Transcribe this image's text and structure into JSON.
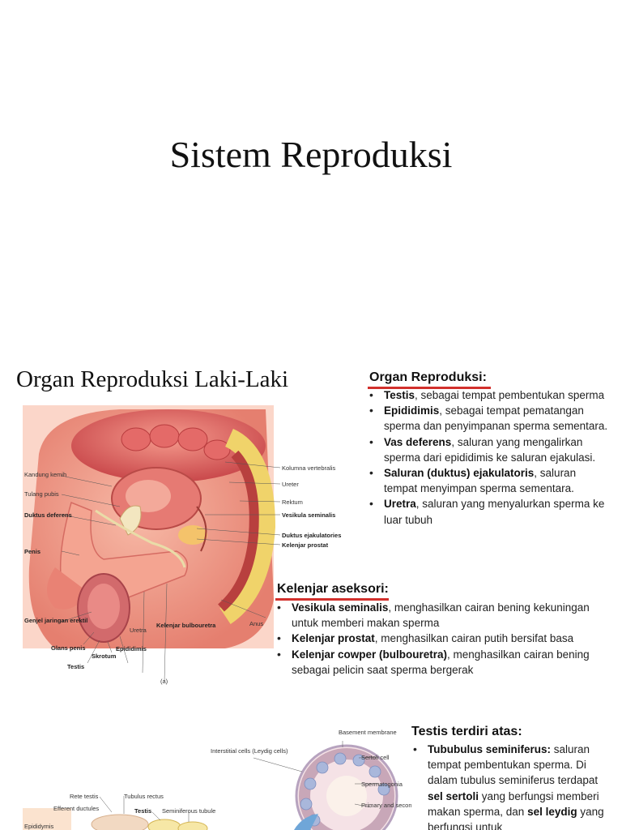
{
  "slide1": {
    "title": "Sistem Reproduksi"
  },
  "slide2": {
    "title": "Organ Reproduksi Laki-Laki",
    "organs": {
      "heading": "Organ Reproduksi:",
      "items": [
        {
          "term": "Testis",
          "desc": ", sebagai tempat pembentukan sperma"
        },
        {
          "term": "Epididimis",
          "desc": ", sebagai tempat pematangan sperma dan penyimpanan sperma sementara."
        },
        {
          "term": "Vas deferens",
          "desc": ", saluran yang mengalirkan sperma dari epididimis ke saluran ejakulasi."
        },
        {
          "term": "Saluran (duktus) ejakulatoris",
          "desc": ", saluran tempat menyimpan sperma sementara."
        },
        {
          "term": "Uretra",
          "desc": ", saluran yang menyalurkan sperma ke luar tubuh"
        }
      ]
    },
    "accessory": {
      "heading": "Kelenjar aseksori:",
      "items": [
        {
          "term": "Vesikula seminalis",
          "desc": ", menghasilkan cairan bening kekuningan untuk memberi makan sperma"
        },
        {
          "term": "Kelenjar prostat",
          "desc": ", menghasilkan cairan putih bersifat basa"
        },
        {
          "term": "Kelenjar cowper (bulbouretra)",
          "desc": ", menghasilkan cairan bening sebagai pelicin saat sperma bergerak"
        }
      ]
    },
    "figure": {
      "labels_left": [
        "Kandung kemih",
        "Tulang pubis",
        "Duktus deferens",
        "Penis",
        "Genjel jaringan erektil",
        "Glans penis",
        "Testis",
        "Skrotum",
        "Epididimis",
        "Uretra",
        "Kelenjar bulbouretra"
      ],
      "labels_right": [
        "Kolumna vertebralis",
        "Ureter",
        "Rektum",
        "Vesikula seminalis",
        "Duktus ejakulatories",
        "Kelenjar prostat",
        "Anus"
      ],
      "caption": "(a)"
    }
  },
  "slide3": {
    "testis": {
      "heading": "Testis terdiri atas:",
      "item_term": "Tububulus seminiferus:",
      "item_text_1": " saluran tempat pembentukan sperma. Di dalam tubulus seminiferus terdapat ",
      "item_term_2": "sel sertoli",
      "item_text_2": " yang berfungsi memberi makan sperma, dan ",
      "item_term_3": "sel leydig",
      "item_text_3": " yang berfungsi untuk"
    },
    "figure": {
      "labels": [
        "Interstitial cells (Leydig cells)",
        "Basement membrane",
        "Sertoli cell",
        "Spermatogonia",
        "Primary and secondary spermatocytes",
        "Rete testis",
        "Tubulus rectus",
        "Efferent ductules",
        "Testis",
        "Seminiferous tubule",
        "Epididymis"
      ]
    }
  }
}
